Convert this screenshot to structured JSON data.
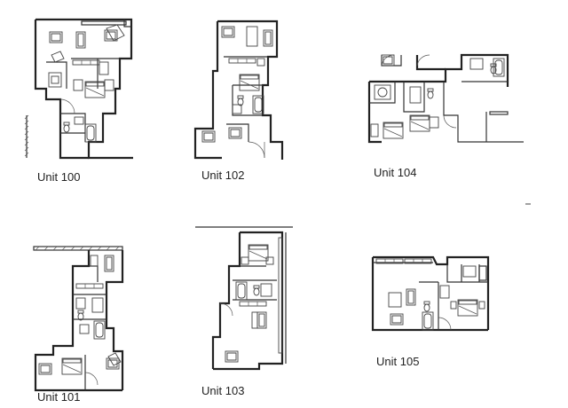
{
  "units": [
    {
      "id": "100",
      "label": "Unit 100"
    },
    {
      "id": "102",
      "label": "Unit 102"
    },
    {
      "id": "104",
      "label": "Unit 104"
    },
    {
      "id": "101",
      "label": "Unit 101"
    },
    {
      "id": "103",
      "label": "Unit 103"
    },
    {
      "id": "105",
      "label": "Unit 105"
    }
  ]
}
